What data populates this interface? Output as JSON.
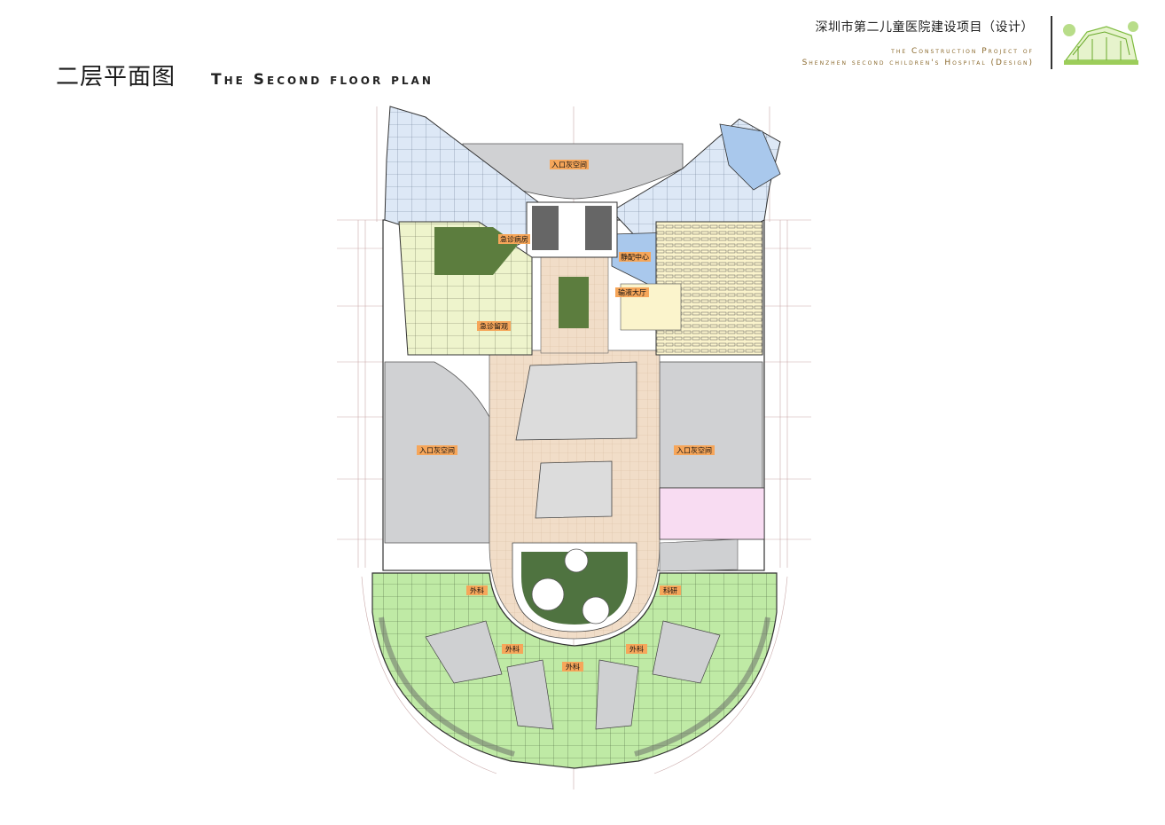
{
  "header": {
    "title_cn": "二层平面图",
    "title_en": "The Second floor plan",
    "project_cn": "深圳市第二儿童医院建设项目（设计）",
    "project_en_line1": "the Construction Project of",
    "project_en_line2": "Shenzhen second children's Hospital (Design)"
  },
  "plan_labels": {
    "entrance_gray_top": "入口灰空间",
    "entrance_gray_left": "入口灰空间",
    "entrance_gray_right": "入口灰空间",
    "emergency_ward": "急诊病房",
    "emergency_observation": "急诊留观",
    "dispensing_center": "静配中心",
    "infusion_hall": "输液大厅",
    "surgery_left": "外科",
    "surgery_center": "外科",
    "surgery_lower_left": "外科",
    "surgery_lower_right": "外科",
    "research": "科研"
  },
  "colors": {
    "emergency_yellow": "#eef4cc",
    "ward_blue_light": "#dbe7f6",
    "ward_blue": "#a9c8ec",
    "infusion_yellow": "#fbf4cc",
    "surgery_green": "#bfeaa5",
    "research_pink": "#f8dcf2",
    "gray_space": "#cfd0d2",
    "plaza_tan": "#f1ddc8",
    "courtyard_green": "#5c7d3e",
    "tag_orange": "#f6a65a"
  }
}
